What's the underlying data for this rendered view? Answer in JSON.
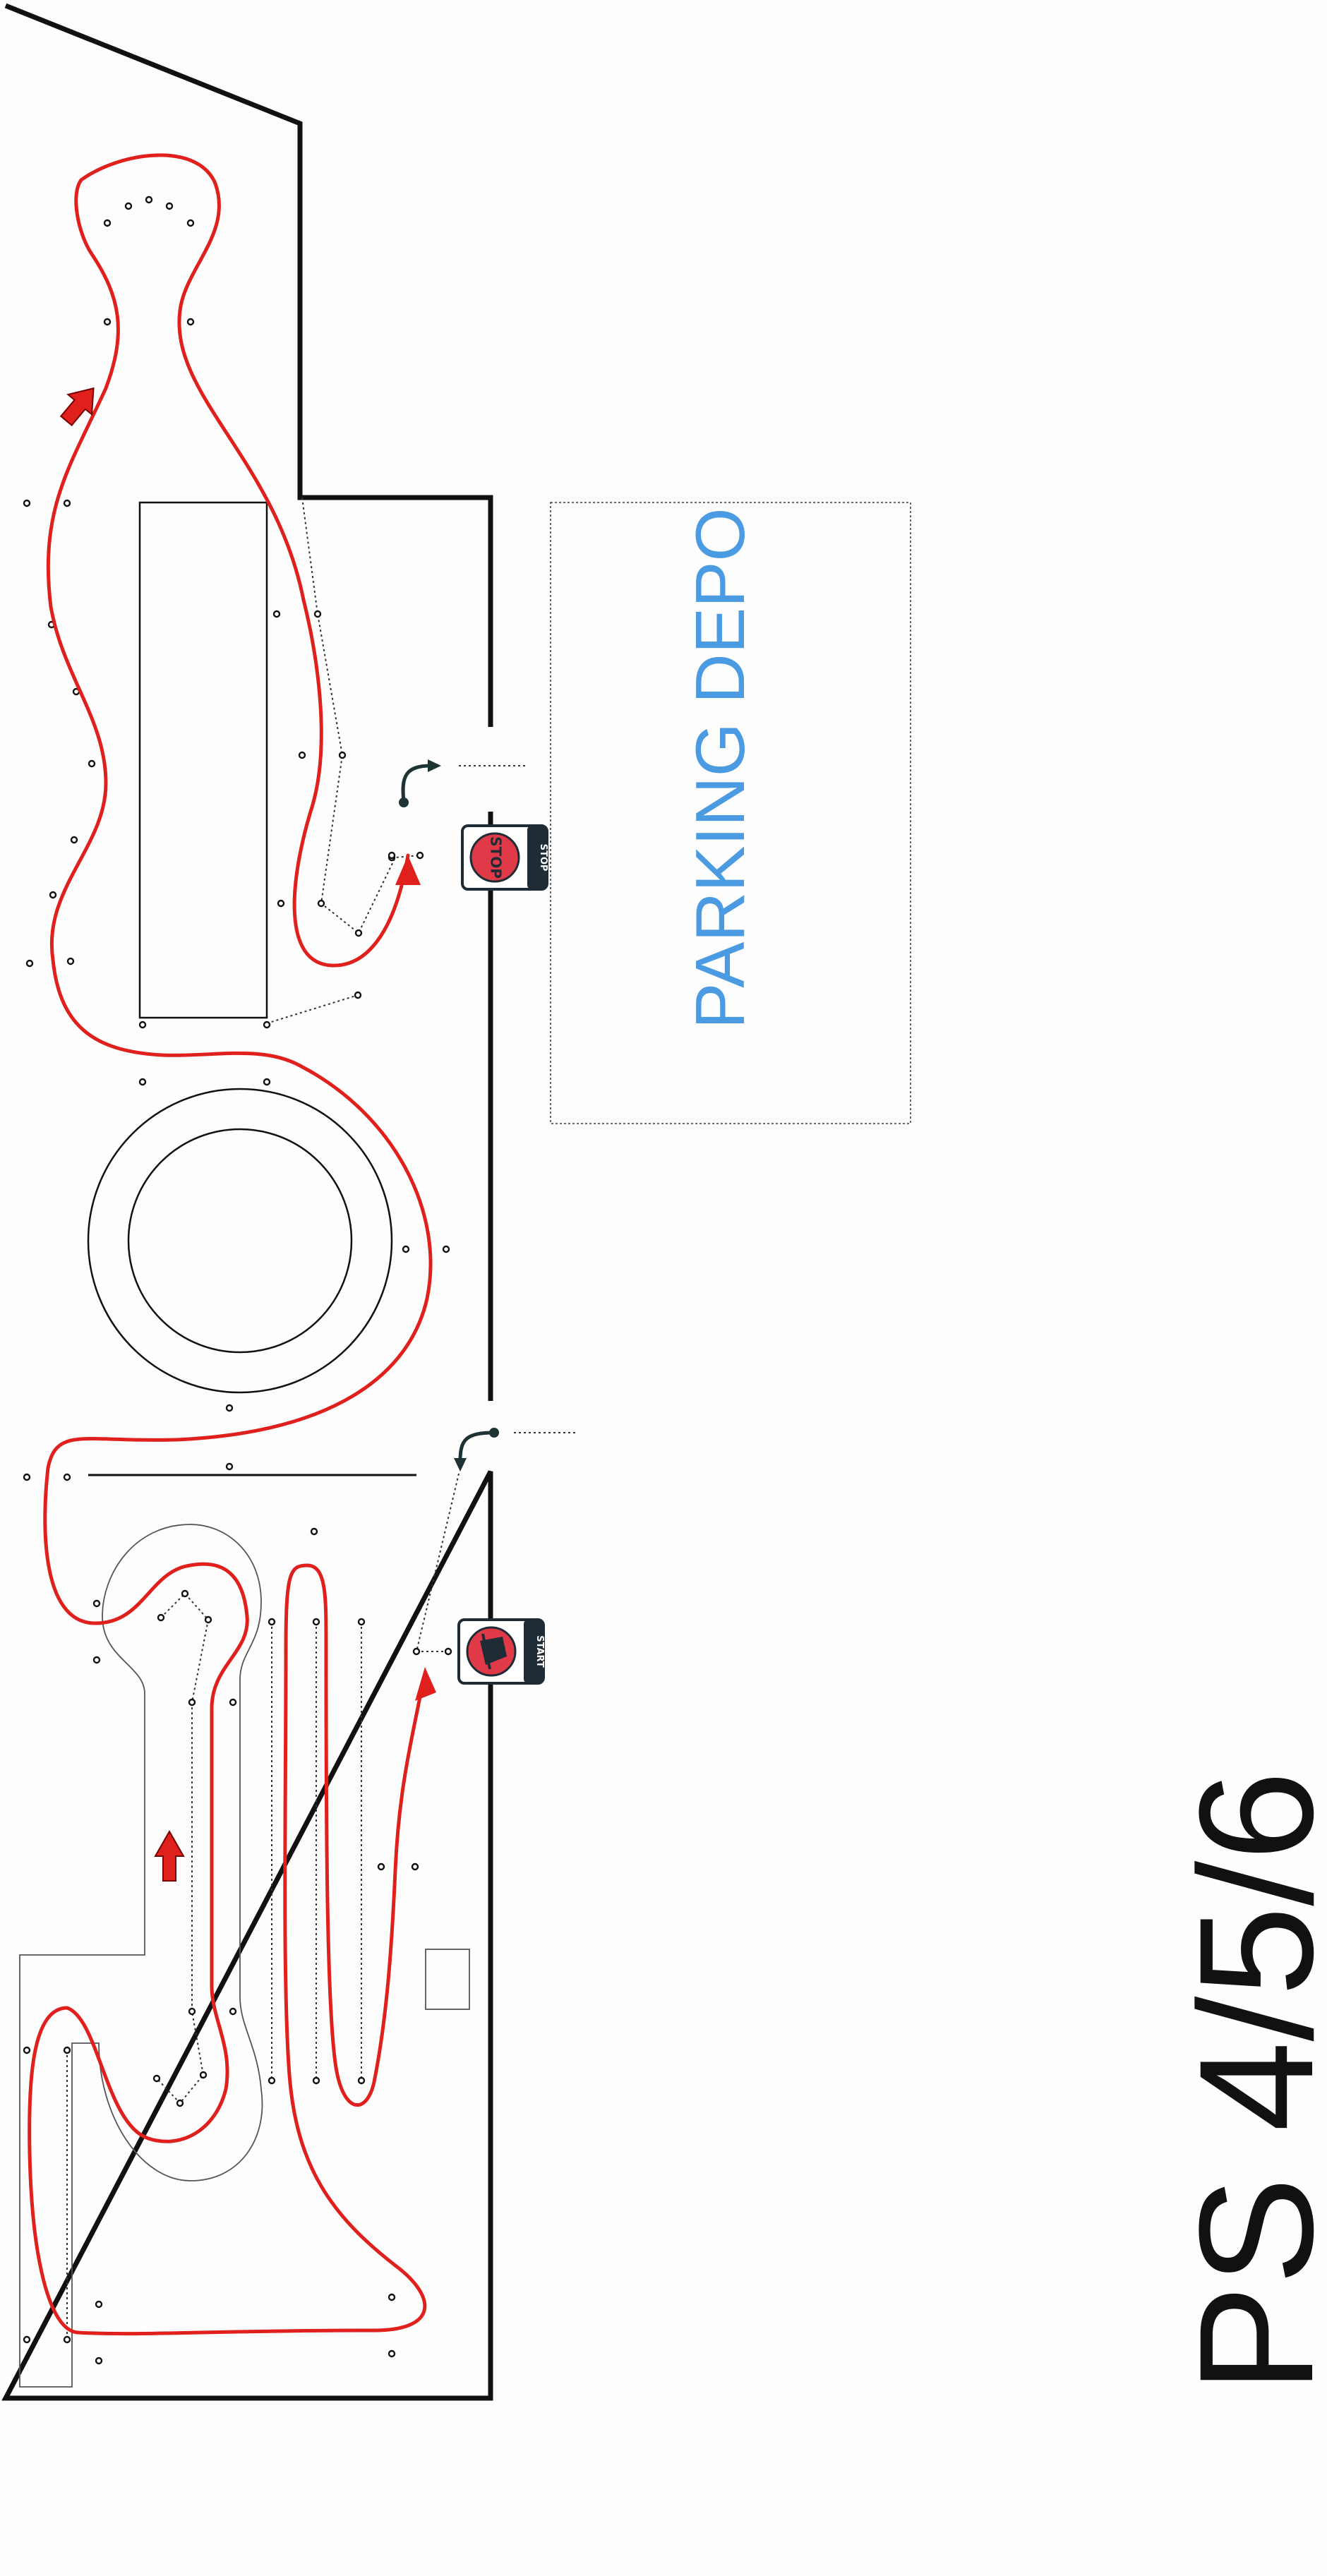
{
  "diagram": {
    "course_label": "PS 4/5/6",
    "parking_area": {
      "label": "PARKING DEPO",
      "color": "#4a9be2"
    },
    "stop_sign": {
      "badge_text": "STOP",
      "tab_text": "STOP"
    },
    "start_sign": {
      "tab_text": "START"
    },
    "colors": {
      "route": "#e0201c",
      "outline": "#111111",
      "sign_red": "#e03a48",
      "sign_dark": "#1f2b35",
      "turn_arrow": "#1e3333"
    },
    "icons": [
      "direction-arrow-icon",
      "stop-sign-icon",
      "start-flag-icon",
      "turn-arrow-icon",
      "cone-marker-icon"
    ]
  }
}
